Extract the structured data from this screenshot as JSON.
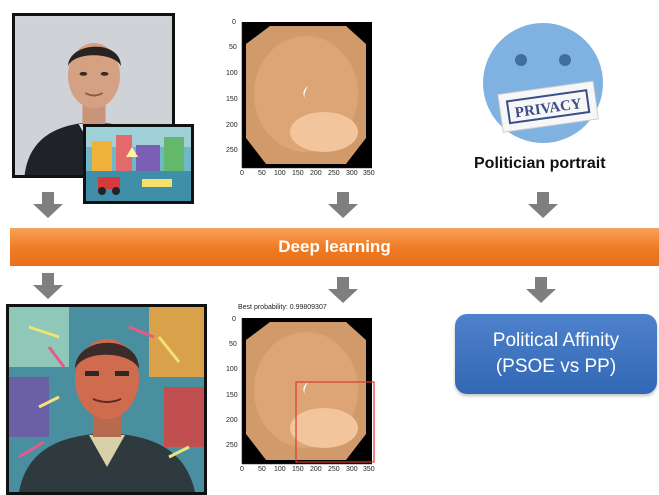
{
  "band": {
    "label": "Deep learning"
  },
  "caption": {
    "politician": "Politician portrait"
  },
  "privacy_icon": {
    "badge_text": "PRIVACY"
  },
  "affinity_box": {
    "line1": "Political Affinity",
    "line2": "(PSOE vs PP)"
  },
  "detection": {
    "best_probability": "Best probability: 0.99809307"
  },
  "plot_axes": {
    "x_ticks": [
      "0",
      "50",
      "100",
      "150",
      "200",
      "250",
      "300",
      "350"
    ],
    "y_ticks": [
      "0",
      "50",
      "100",
      "150",
      "200",
      "250"
    ]
  },
  "colors": {
    "band": "#ef7a22",
    "affinity": "#3a6fbb",
    "arrow": "#7f7f7f",
    "privacy_face": "#7fb2e0",
    "detection_box": "#e03a2a"
  }
}
